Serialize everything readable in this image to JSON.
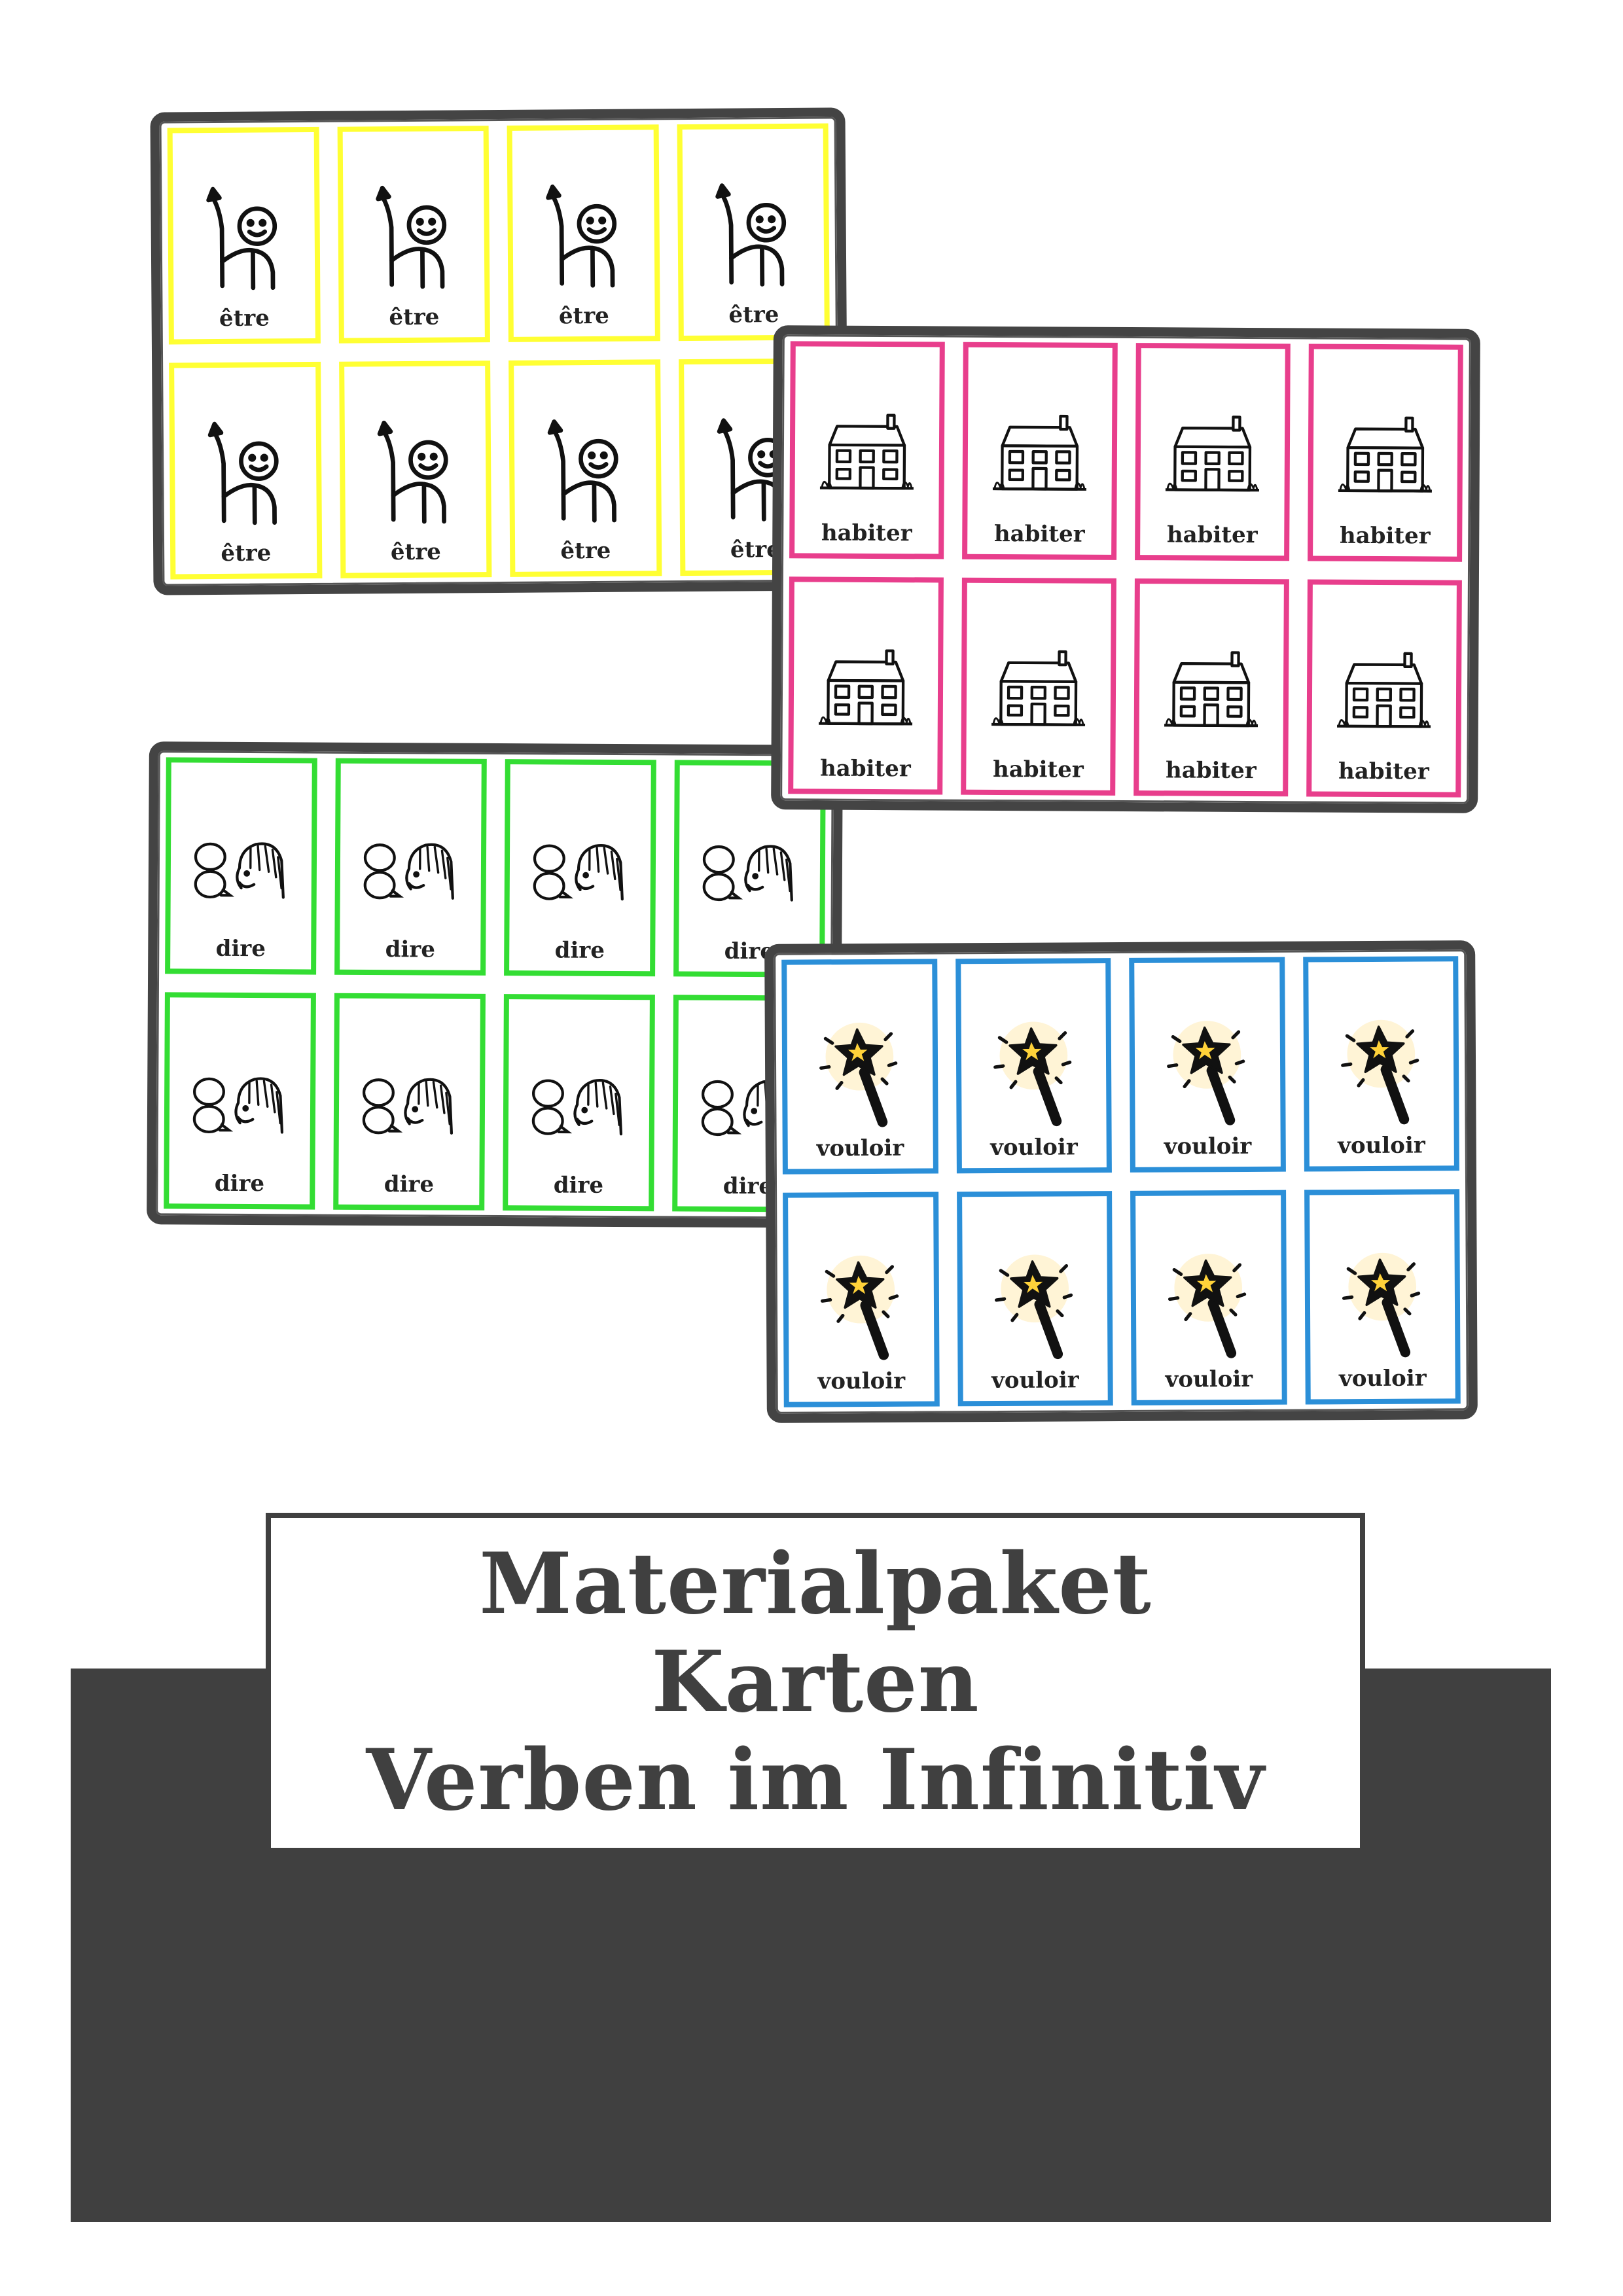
{
  "panels": [
    {
      "id": "etre",
      "word": "être",
      "color": "#ffff33",
      "icon": "person-pointing-up-icon"
    },
    {
      "id": "habiter",
      "word": "habiter",
      "color": "#e83e8c",
      "icon": "house-icon"
    },
    {
      "id": "dire",
      "word": "dire",
      "color": "#33dd33",
      "icon": "speaking-face-icon"
    },
    {
      "id": "vouloir",
      "word": "vouloir",
      "color": "#2b8fd8",
      "icon": "magic-wand-icon"
    }
  ],
  "title": {
    "line1": "Materialpaket",
    "line2": "Karten",
    "line3": "Verben im Infinitiv"
  }
}
